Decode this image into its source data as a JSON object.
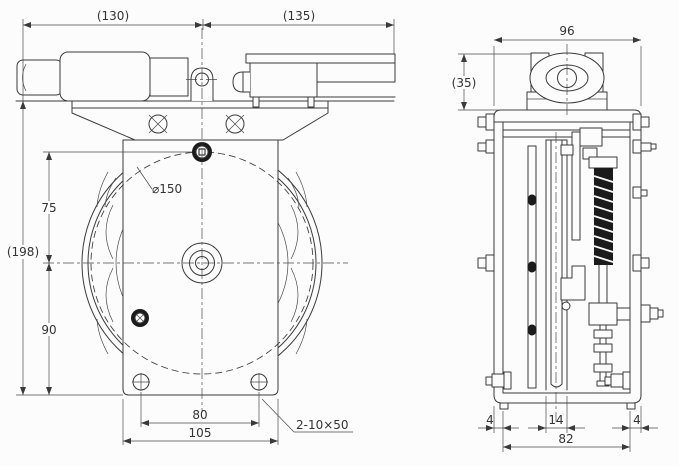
{
  "colors": {
    "line": "#3a3a3a",
    "background": "#fcfcfc",
    "spring_fill": "#1b1b1b",
    "text": "#333333"
  },
  "front_view": {
    "dim_width_left": "(130)",
    "dim_width_right": "(135)",
    "dim_height_overall": "(198)",
    "dim_center_to_top": "75",
    "dim_center_to_bottom": "90",
    "dim_pulley_diameter": "⌀150",
    "dim_hole_spacing": "80",
    "dim_base_width": "105",
    "dim_slot_note": "2-10×50"
  },
  "side_view": {
    "dim_overall_width": "96",
    "dim_shackle_height": "(35)",
    "dim_left_plate_thickness": "4",
    "dim_groove_width": "14",
    "dim_right_plate_thickness": "4",
    "dim_inner_width": "82"
  }
}
